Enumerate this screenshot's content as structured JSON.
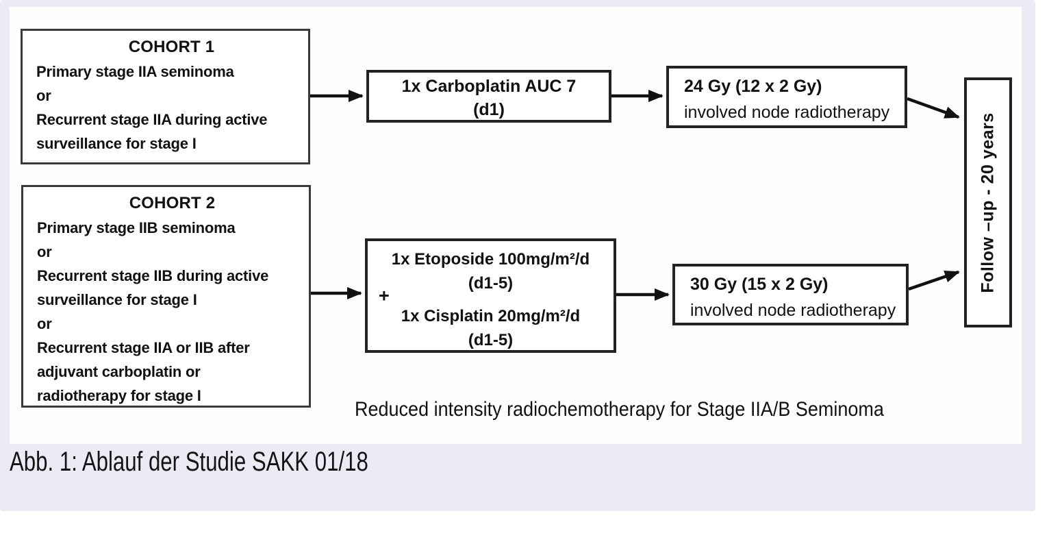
{
  "figure": {
    "caption": "Reduced intensity radiochemotherapy for Stage IIA/B Seminoma",
    "cohort1": {
      "title": "COHORT 1",
      "lines": [
        "Primary stage IIA seminoma",
        "or",
        "Recurrent stage IIA during active",
        "surveillance for stage I"
      ]
    },
    "cohort2": {
      "title": "COHORT 2",
      "lines": [
        "Primary stage IIB seminoma",
        "or",
        "Recurrent stage IIB during active",
        "surveillance for stage I",
        "or",
        "Recurrent stage IIA or IIB after",
        "adjuvant carboplatin or",
        "radiotherapy for stage I"
      ]
    },
    "chemo1": {
      "line1": "1x Carboplatin AUC 7",
      "line2": "(d1)"
    },
    "chemo2": {
      "plus": "+",
      "drug1_name": "1x Etoposide 100mg/m²/d",
      "drug1_days": "(d1-5)",
      "drug2_name": "1x Cisplatin 20mg/m²/d",
      "drug2_days": "(d1-5)"
    },
    "radio1": {
      "dose": "24 Gy (12 x 2 Gy)",
      "desc": "involved node radiotherapy"
    },
    "radio2": {
      "dose": "30 Gy (15 x 2 Gy)",
      "desc": "involved node radiotherapy"
    },
    "followup": "Follow –up - 20 years"
  },
  "caption": "Abb. 1: Ablauf der Studie SAKK 01/18",
  "colors": {
    "panel_bg": "#ECEAF4",
    "figure_bg": "#FEFEFE",
    "box_border": "#222222",
    "cohort_border": "#3A3A3A",
    "arrow": "#111111",
    "text": "#111111"
  }
}
